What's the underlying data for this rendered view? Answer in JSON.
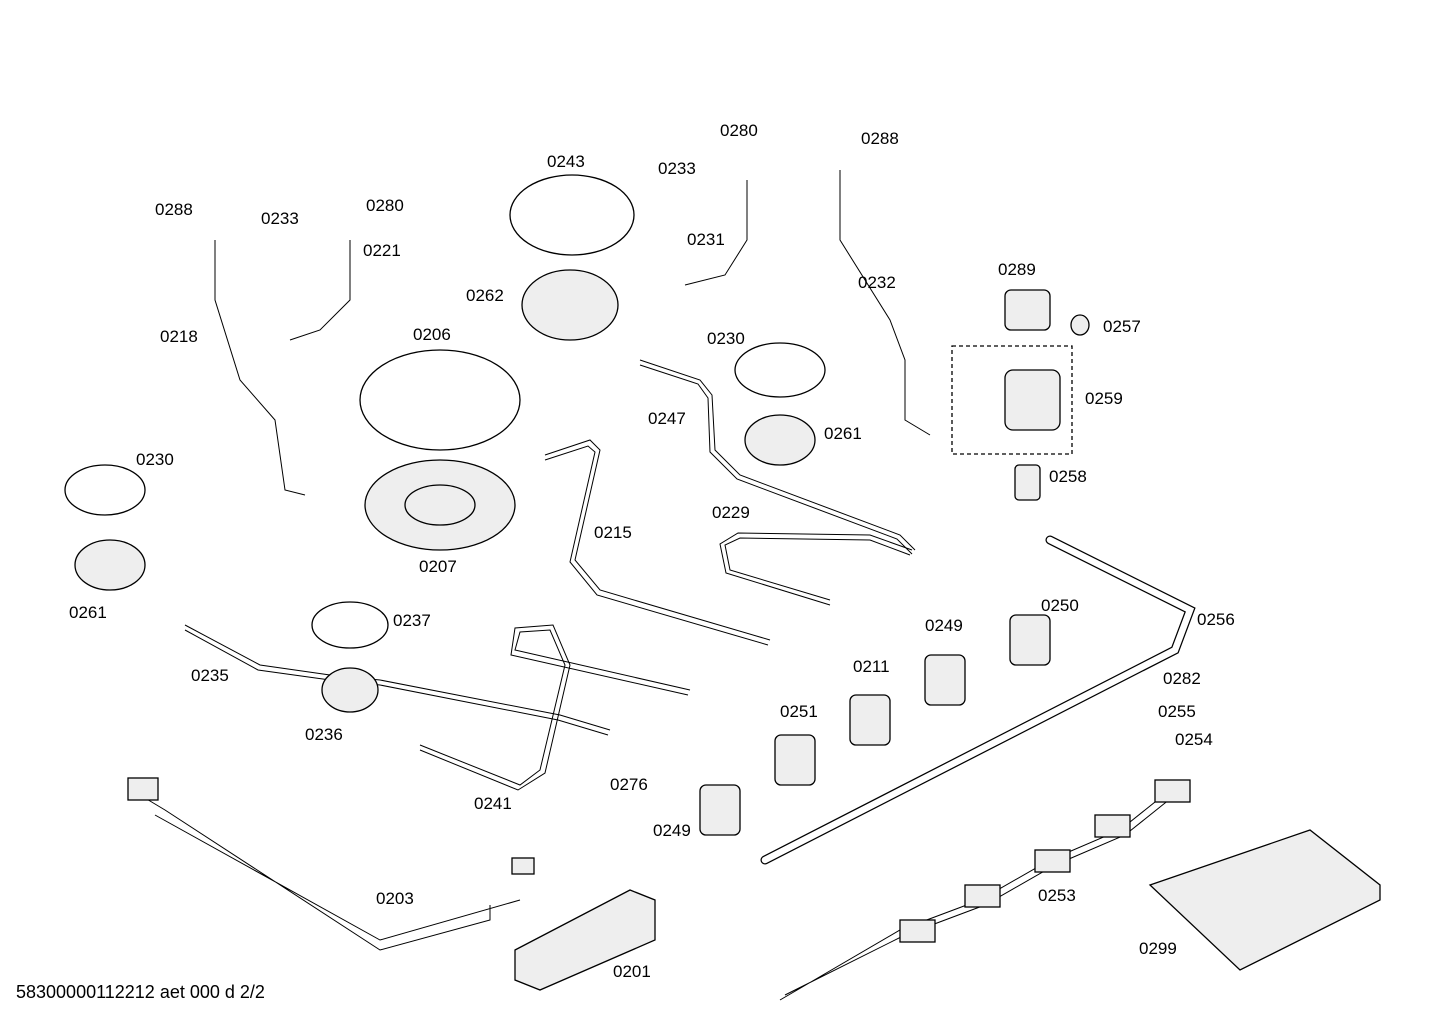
{
  "labels": {
    "l0288a": "0288",
    "l0233a": "0233",
    "l0280a": "0280",
    "l0221": "0221",
    "l0218": "0218",
    "l0243": "0243",
    "l0233b": "0233",
    "l0280b": "0280",
    "l0288b": "0288",
    "l0231": "0231",
    "l0232": "0232",
    "l0262": "0262",
    "l0206": "0206",
    "l0230a": "0230",
    "l0289": "0289",
    "l0257": "0257",
    "l0259": "0259",
    "l0247": "0247",
    "l0261a": "0261",
    "l0258": "0258",
    "l0230b": "0230",
    "l0229": "0229",
    "l0215": "0215",
    "l0207": "0207",
    "l0261b": "0261",
    "l0237": "0237",
    "l0250": "0250",
    "l0256": "0256",
    "l0249a": "0249",
    "l0211": "0211",
    "l0282": "0282",
    "l0235": "0235",
    "l0251": "0251",
    "l0255": "0255",
    "l0254": "0254",
    "l0236": "0236",
    "l0276": "0276",
    "l0241": "0241",
    "l0249b": "0249",
    "l0253": "0253",
    "l0203": "0203",
    "l0299": "0299",
    "l0201": "0201"
  },
  "footer": "58300000112212 aet 000 d 2/2"
}
